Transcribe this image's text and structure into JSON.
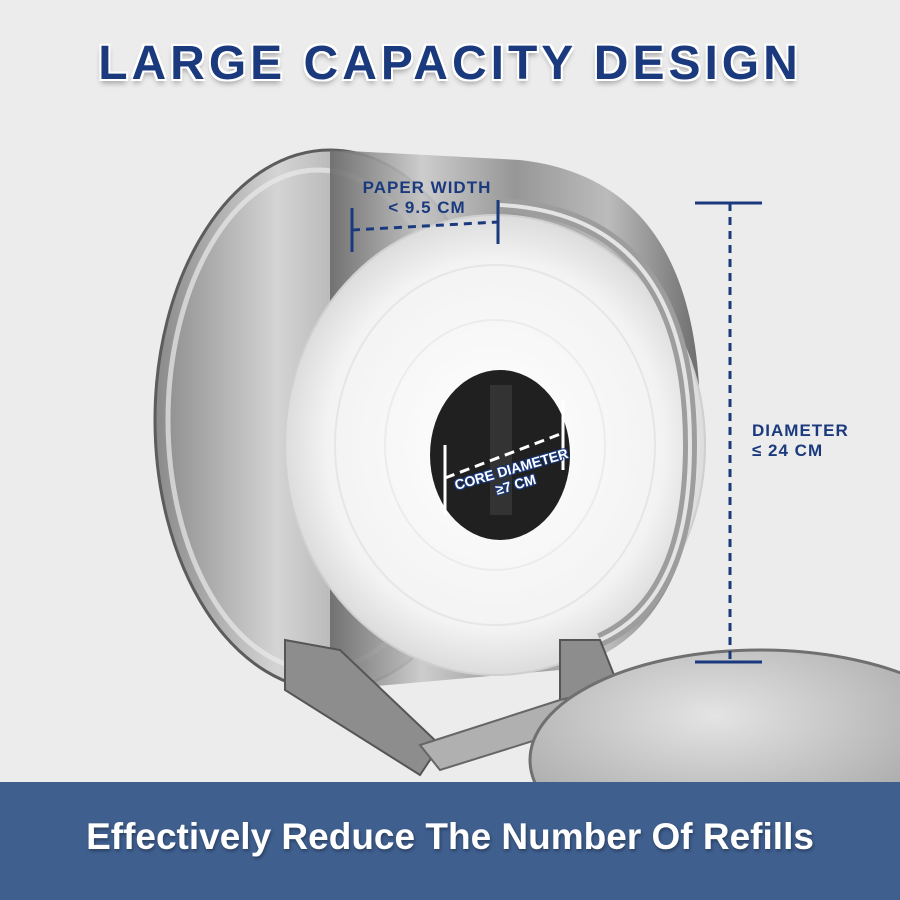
{
  "headline": "LARGE CAPACITY DESIGN",
  "paper_width": {
    "line1": "PAPER WIDTH",
    "line2": "< 9.5 CM"
  },
  "diameter": {
    "line1": "DIAMETER",
    "line2": "≤ 24 CM"
  },
  "core_diameter": {
    "line1": "CORE DIAMETER",
    "line2": "≥7 CM"
  },
  "banner": "Effectively Reduce The Number Of Refills",
  "colors": {
    "accent": "#1b3a7e",
    "banner_bg": "#3f5f8f",
    "background": "#ececec"
  }
}
